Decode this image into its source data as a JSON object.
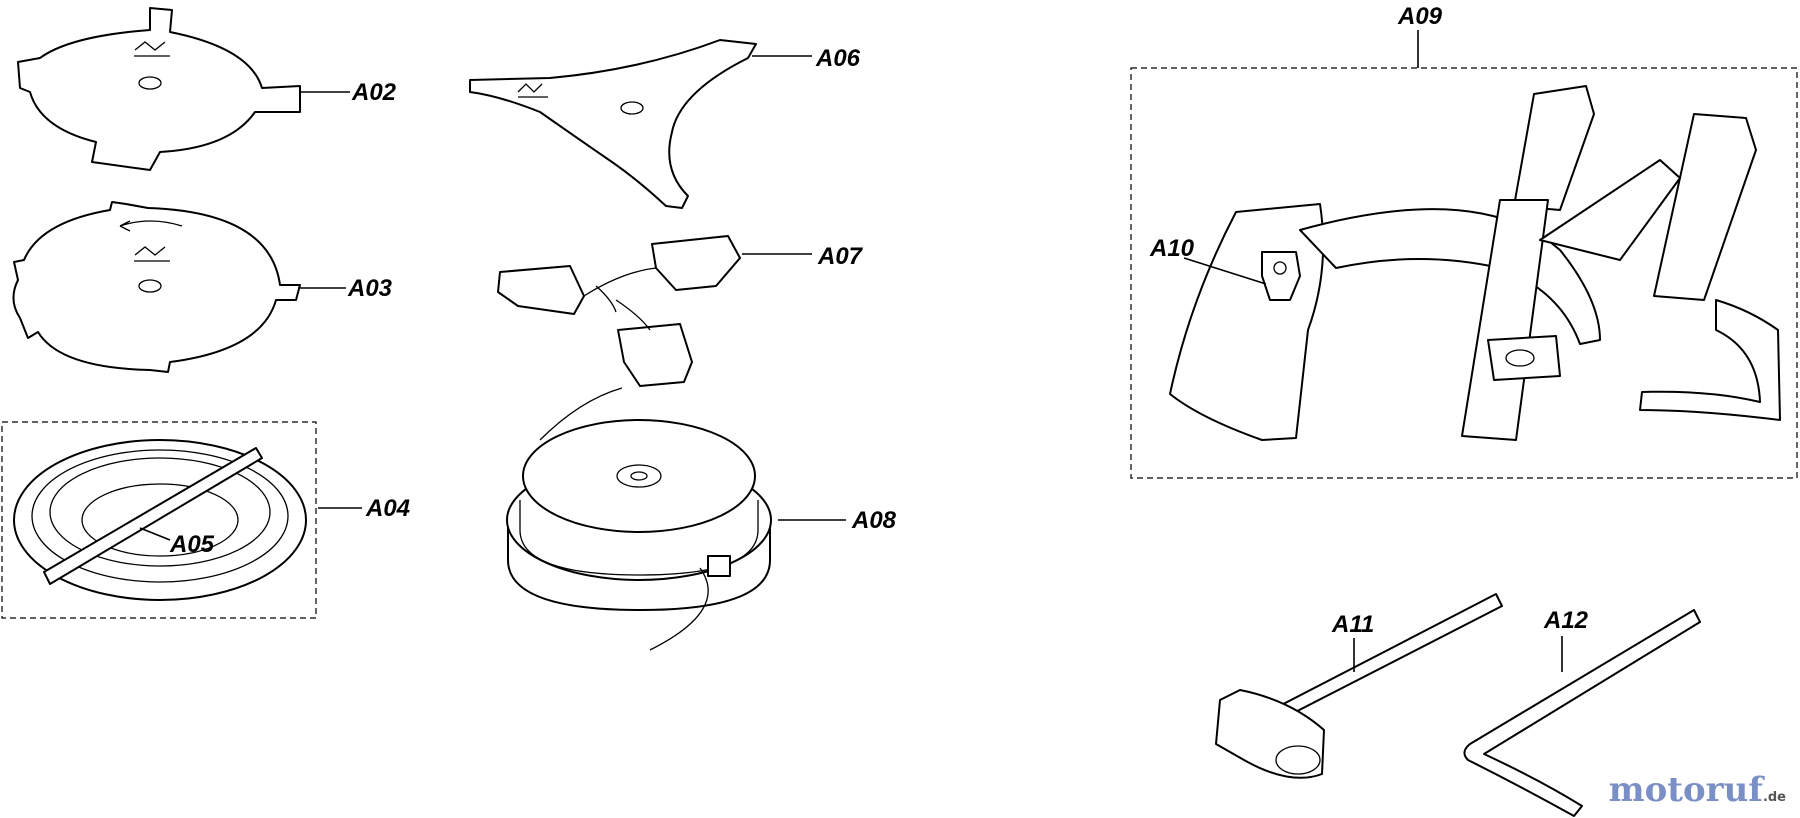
{
  "labels": {
    "a02": "A02",
    "a03": "A03",
    "a04": "A04",
    "a05": "A05",
    "a06": "A06",
    "a07": "A07",
    "a08": "A08",
    "a09": "A09",
    "a10": "A10",
    "a11": "A11",
    "a12": "A12"
  },
  "watermark": {
    "brand": "motoruf",
    "tld": ".de"
  }
}
